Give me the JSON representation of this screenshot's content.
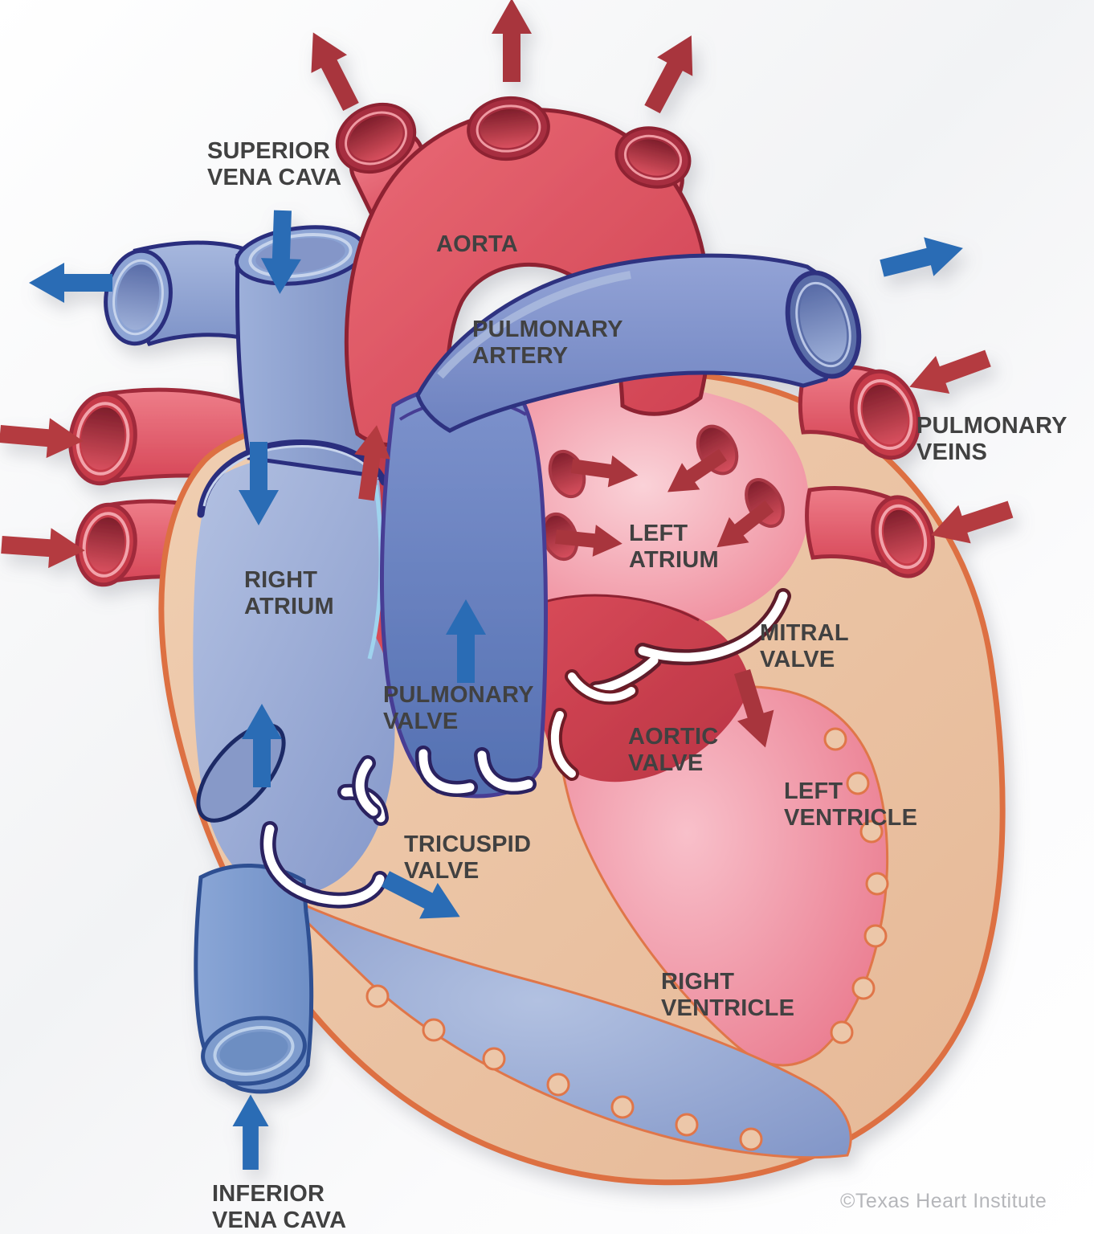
{
  "diagram": {
    "subject": "heart-blood-flow-diagram",
    "labels": {
      "superior_vena_cava": {
        "lines": [
          "SUPERIOR",
          "VENA CAVA"
        ]
      },
      "aorta": {
        "lines": [
          "AORTA"
        ]
      },
      "pulmonary_artery": {
        "lines": [
          "PULMONARY",
          "ARTERY"
        ]
      },
      "pulmonary_veins": {
        "lines": [
          "PULMONARY",
          "VEINS"
        ]
      },
      "left_atrium": {
        "lines": [
          "LEFT",
          "ATRIUM"
        ]
      },
      "right_atrium": {
        "lines": [
          "RIGHT",
          "ATRIUM"
        ]
      },
      "mitral_valve": {
        "lines": [
          "MITRAL",
          "VALVE"
        ]
      },
      "pulmonary_valve": {
        "lines": [
          "PULMONARY",
          "VALVE"
        ]
      },
      "aortic_valve": {
        "lines": [
          "AORTIC",
          "VALVE"
        ]
      },
      "left_ventricle": {
        "lines": [
          "LEFT",
          "VENTRICLE"
        ]
      },
      "tricuspid_valve": {
        "lines": [
          "TRICUSPID",
          "VALVE"
        ]
      },
      "right_ventricle": {
        "lines": [
          "RIGHT",
          "VENTRICLE"
        ]
      },
      "inferior_vena_cava": {
        "lines": [
          "INFERIOR",
          "VENA CAVA"
        ]
      }
    },
    "copyright": "©Texas Heart Institute",
    "colors": {
      "oxygenated_red": "#d94b59",
      "deoxygenated_blue": "#8ba0d0",
      "heart_wall_tan": "#ecc7a9",
      "wall_outline_orange": "#dd6f42",
      "flow_arrow_blue": "#2a6cb5",
      "flow_arrow_red": "#b43b3f",
      "flow_arrow_dark_red": "#a8353c",
      "valve_white": "#ffffff",
      "label_text": "#414141"
    }
  }
}
